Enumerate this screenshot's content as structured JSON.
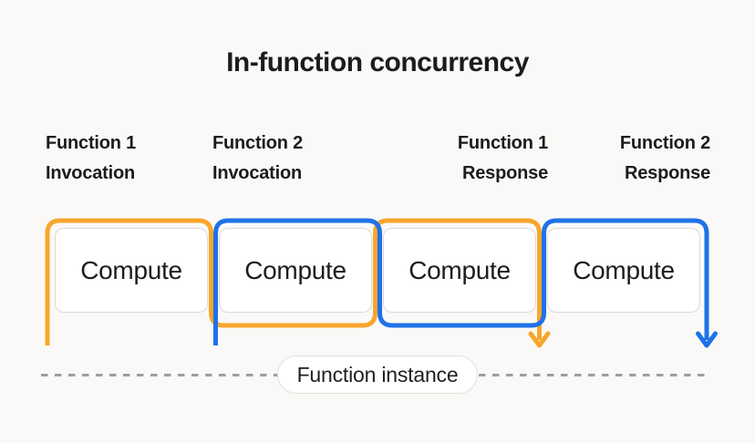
{
  "title": "In-function concurrency",
  "columns": [
    {
      "line1": "Function 1",
      "line2": "Invocation"
    },
    {
      "line1": "Function 2",
      "line2": "Invocation"
    },
    {
      "line1": "Function 1",
      "line2": "Response"
    },
    {
      "line1": "Function 2",
      "line2": "Response"
    }
  ],
  "boxes": [
    {
      "label": "Compute"
    },
    {
      "label": "Compute"
    },
    {
      "label": "Compute"
    },
    {
      "label": "Compute"
    }
  ],
  "timeline": {
    "instance_label": "Function instance"
  },
  "colors": {
    "function1_accent": "#F8A62B",
    "function2_accent": "#1E72E8",
    "dashed_line": "#9E9E9E",
    "background": "#FAF9F7",
    "text": "#1C1C1C",
    "box_border": "#D9D9D9"
  }
}
